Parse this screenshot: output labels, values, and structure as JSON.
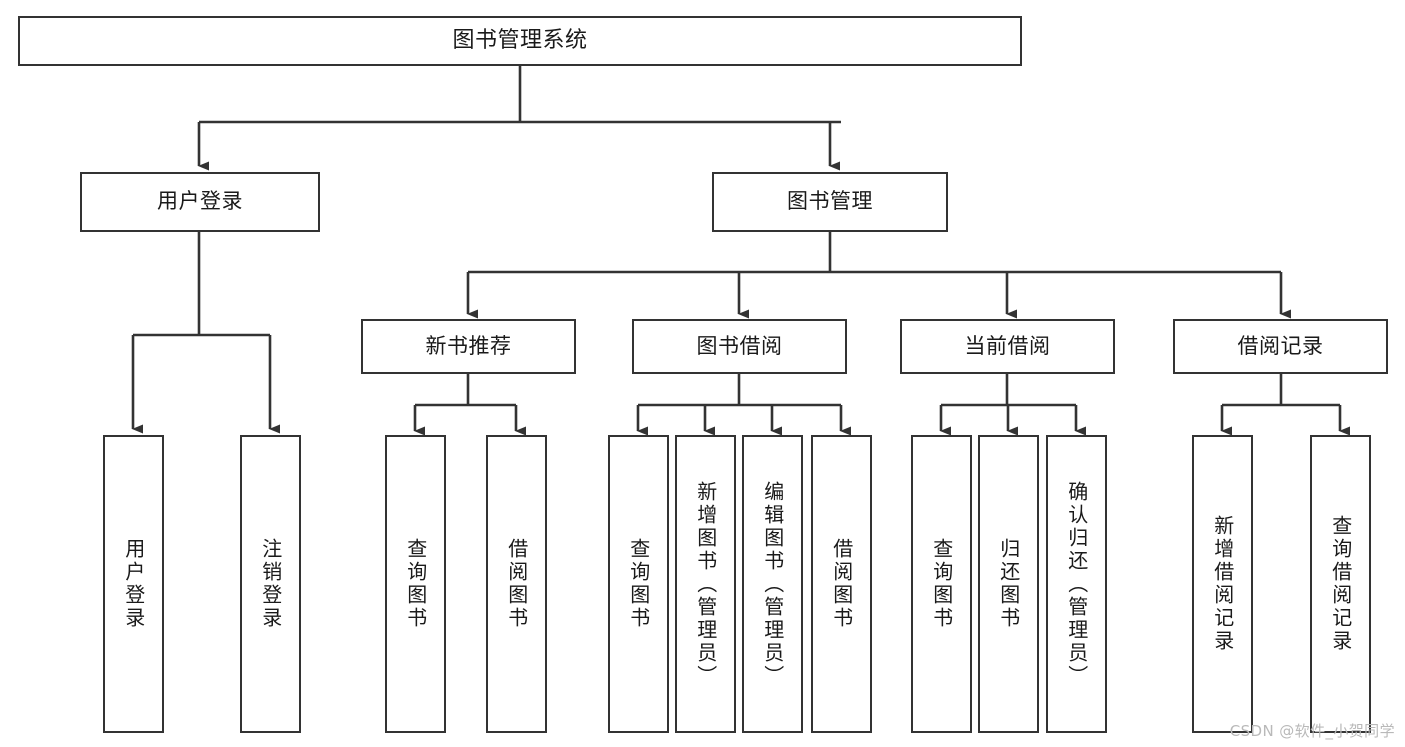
{
  "diagram": {
    "title": "图书管理系统",
    "type": "tree",
    "watermark": "CSDN @软件_小贺同学",
    "colors": {
      "box_border": "#333333",
      "box_fill": "#ffffff",
      "connector": "#333333",
      "text": "#1a1a1a",
      "watermark": "#b9b9b9"
    },
    "root": {
      "label": "图书管理系统"
    },
    "level1": [
      {
        "label": "用户登录"
      },
      {
        "label": "图书管理"
      }
    ],
    "level2": [
      {
        "label": "新书推荐"
      },
      {
        "label": "图书借阅"
      },
      {
        "label": "当前借阅"
      },
      {
        "label": "借阅记录"
      }
    ],
    "leaves": {
      "user_login": [
        {
          "label": "用户登录"
        },
        {
          "label": "注销登录"
        }
      ],
      "new_book": [
        {
          "label": "查询图书"
        },
        {
          "label": "借阅图书"
        }
      ],
      "borrow_book": [
        {
          "label": "查询图书"
        },
        {
          "label": "新增图书（管理员）"
        },
        {
          "label": "编辑图书（管理员）"
        },
        {
          "label": "借阅图书"
        }
      ],
      "current_borrow": [
        {
          "label": "查询图书"
        },
        {
          "label": "归还图书"
        },
        {
          "label": "确认归还（管理员）"
        }
      ],
      "borrow_record": [
        {
          "label": "新增借阅记录"
        },
        {
          "label": "查询借阅记录"
        }
      ]
    }
  }
}
